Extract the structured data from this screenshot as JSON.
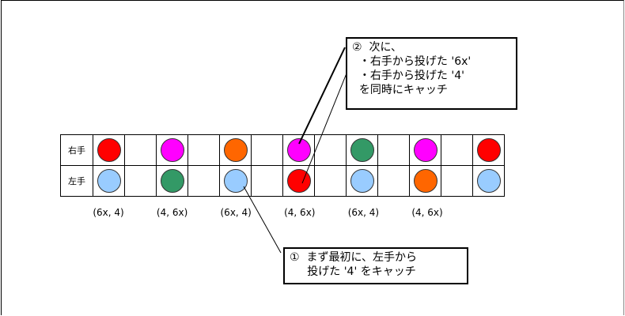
{
  "rows": [
    {
      "label": "右手",
      "balls": [
        "#ff0000",
        "#ff00ff",
        "#ff6600",
        "#ff00ff",
        "#339966",
        "#ff00ff",
        "#ff0000"
      ]
    },
    {
      "label": "左手",
      "balls": [
        "#99ccff",
        "#339966",
        "#99ccff",
        "#ff0000",
        "#99ccff",
        "#ff6600",
        "#99ccff"
      ]
    }
  ],
  "pairs": [
    "(6x, 4)",
    "(4, 6x)",
    "(6x, 4)",
    "(4, 6x)",
    "(6x, 4)",
    "(4, 6x)"
  ],
  "note2": {
    "lines": [
      "②  次に、",
      "  ・右手から投げた '6x'",
      "  ・右手から投げた '4'",
      "  を同時にキャッチ"
    ]
  },
  "note1": {
    "lines": [
      "①  まず最初に、左手から",
      "     投げた '4' をキャッチ"
    ]
  }
}
